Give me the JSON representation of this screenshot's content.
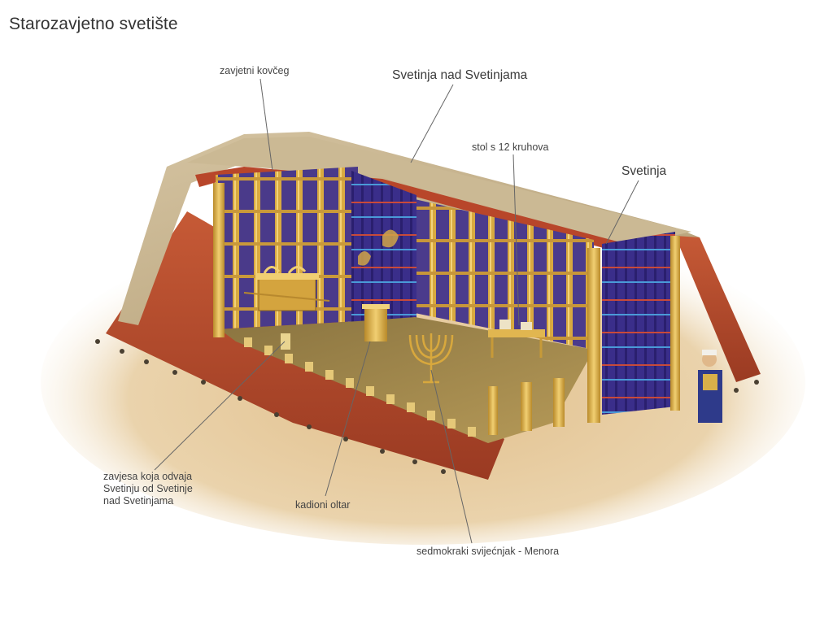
{
  "page": {
    "title": "Starozavjetno svetište"
  },
  "labels": {
    "ark": "zavjetni kovčeg",
    "holy_of_holies": "Svetinja nad Svetinjama",
    "table": "stol s 12 kruhova",
    "holy_place": "Svetinja",
    "veil_line1": "zavjesa koja odvaja",
    "veil_line2": "Svetinju od Svetinje",
    "veil_line3": "nad Svetinjama",
    "incense_altar": "kadioni oltar",
    "menorah": "sedmokraki svijećnjak - Menora"
  },
  "colors": {
    "sand": "#e6c99a",
    "roof_tan": "#c8b48e",
    "roof_red": "#b8462a",
    "gold": "#d7a93e",
    "curtain_blue": "#3b2f8c",
    "curtain_stripe_red": "#c84a3a",
    "leader_line": "#666666"
  }
}
